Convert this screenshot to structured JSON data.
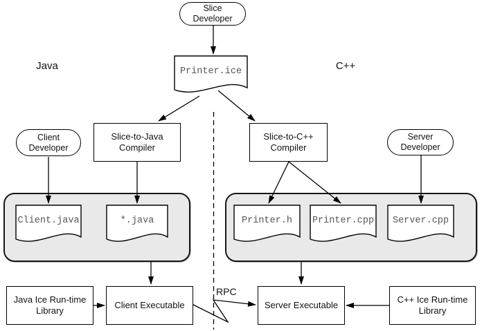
{
  "sections": {
    "left_label": "Java",
    "right_label": "C++"
  },
  "actors": {
    "slice_developer": "Slice\nDeveloper",
    "client_developer": "Client\nDeveloper",
    "server_developer": "Server\nDeveloper"
  },
  "compilers": {
    "slice_to_java": "Slice-to-Java\nCompiler",
    "slice_to_cpp": "Slice-to-C++\nCompiler"
  },
  "documents": {
    "slice_file": "Printer.ice",
    "client_java": "Client.java",
    "generated_java": "*.java",
    "printer_h": "Printer.h",
    "printer_cpp": "Printer.cpp",
    "server_cpp": "Server.cpp"
  },
  "executables": {
    "client": "Client Executable",
    "server": "Server Executable"
  },
  "libraries": {
    "java_runtime": "Java Ice Run-time\nLibrary",
    "cpp_runtime": "C++ Ice Run-time\nLibrary"
  },
  "connection": {
    "rpc_label": "RPC"
  },
  "colors": {
    "background": "#ffffff",
    "container_fill": "#e9e9e9",
    "line": "#000000",
    "document_text": "#555555"
  }
}
